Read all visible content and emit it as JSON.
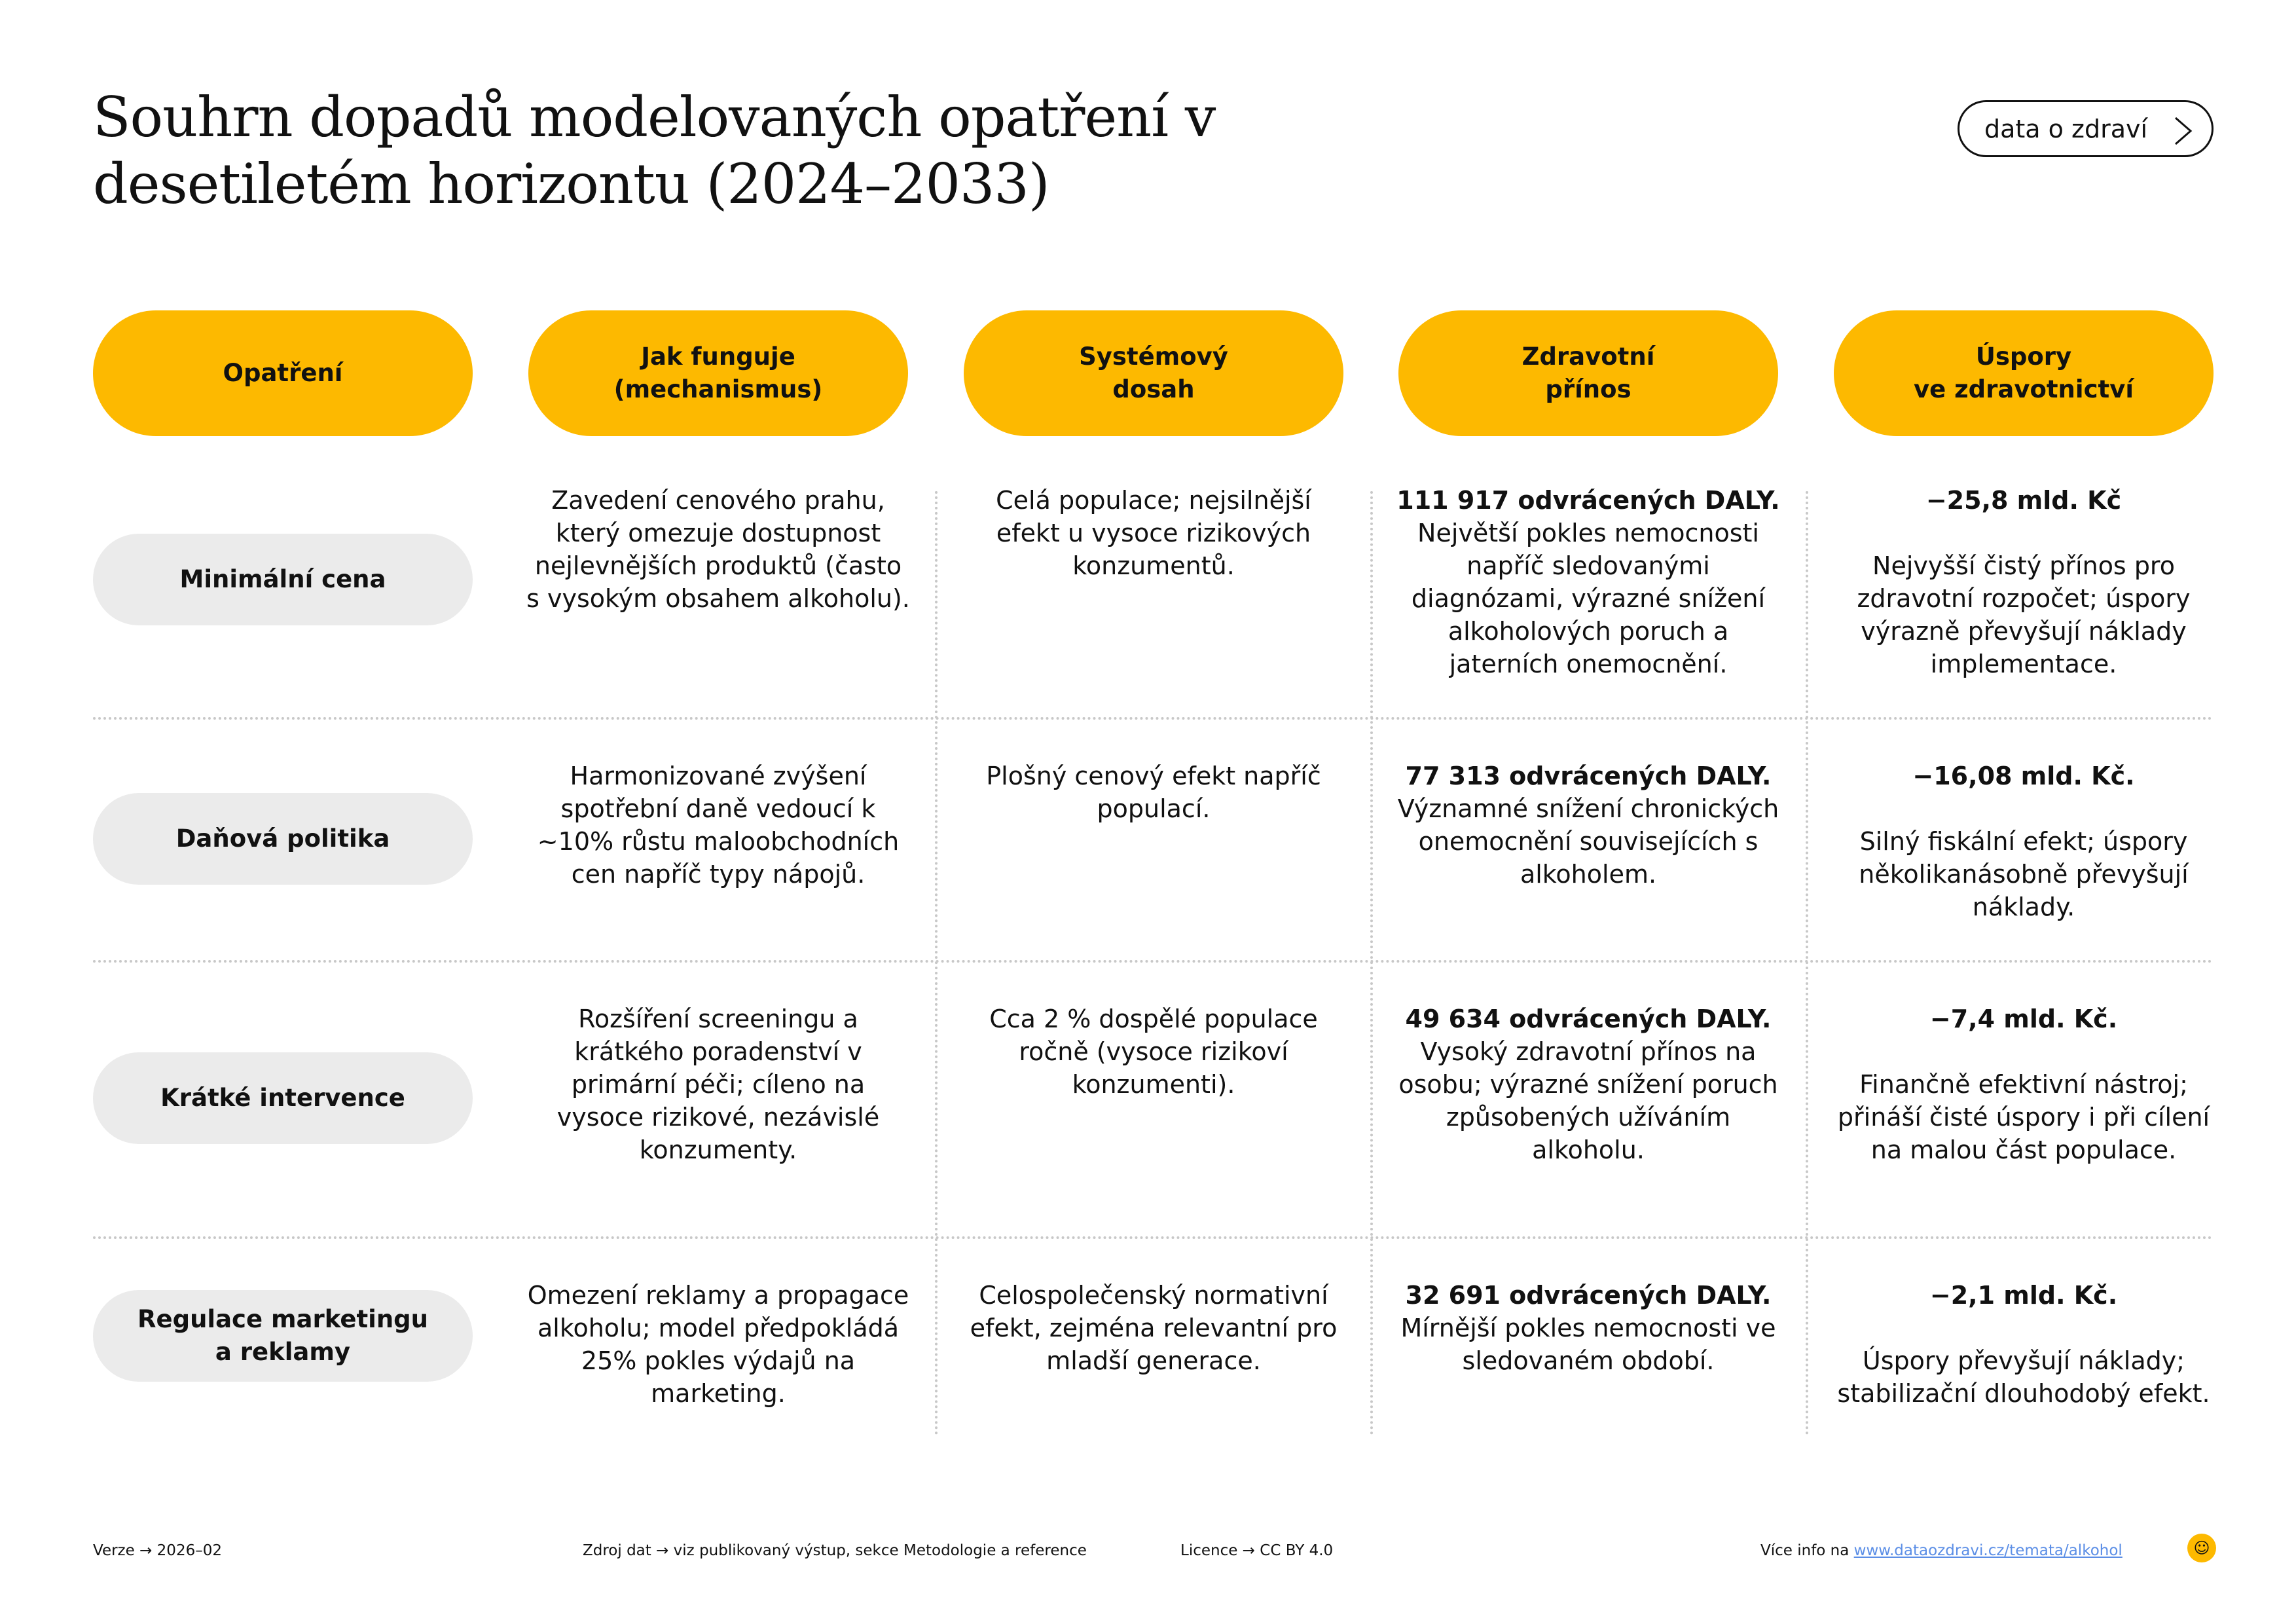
{
  "title": "Souhrn dopadů modelovaných opatření v desetiletém horizontu (2024–2033)",
  "button": {
    "label": "data o zdraví",
    "icon": "chevron-right-icon"
  },
  "headers": [
    "Opatření",
    "Jak funguje\n(mechanismus)",
    "Systémový\ndosah",
    "Zdravotní\npřínos",
    "Úspory\nve zdravotnictví"
  ],
  "rows": [
    {
      "label": "Minimální cena",
      "mechanism": "Zavedení cenového prahu, který omezuje dostupnost nejlevnějších produktů (často s vysokým obsahem alkoholu).",
      "reach": "Celá populace; nejsilnější efekt u vysoce rizikových konzumentů.",
      "health_bold": "111 917 odvrácených DALY.",
      "health": " Největší pokles nemocnosti napříč sledovanými diagnózami, výrazné snížení alkoholových poruch a jaterních onemocnění.",
      "savings_bold": "−25,8 mld. Kč",
      "savings": "Nejvyšší čistý přínos pro zdravotní rozpočet; úspory výrazně převyšují náklady implementace."
    },
    {
      "label": "Daňová politika",
      "mechanism": "Harmonizované zvýšení spotřební daně vedoucí k ~10% růstu maloobchodních cen napříč typy nápojů.",
      "reach": "Plošný cenový efekt napříč populací.",
      "health_bold": "77 313 odvrácených DALY.",
      "health": " Významné snížení chronických onemocnění souvisejících s alkoholem.",
      "savings_bold": "−16,08 mld. Kč.",
      "savings": "Silný fiskální efekt; úspory několikanásobně převyšují náklady."
    },
    {
      "label": "Krátké intervence",
      "mechanism": "Rozšíření screeningu a krátkého poradenství v primární péči; cíleno na vysoce rizikové, nezávislé konzumenty.",
      "reach": "Cca 2 % dospělé populace ročně (vysoce rizikoví konzumenti).",
      "health_bold": "49 634 odvrácených DALY.",
      "health": " Vysoký zdravotní přínos na osobu; výrazné snížení poruch způsobených užíváním alkoholu.",
      "savings_bold": "−7,4 mld. Kč.",
      "savings": "Finančně efektivní nástroj; přináší čisté úspory i při cílení na malou část populace."
    },
    {
      "label": "Regulace marketingu\na reklamy",
      "mechanism": "Omezení reklamy a propagace alkoholu; model předpokládá 25% pokles výdajů na marketing.",
      "reach": "Celospolečenský normativní efekt, zejména relevantní pro mladší generace.",
      "health_bold": "32 691 odvrácených DALY.",
      "health": " Mírnější pokles nemocnosti ve sledovaném období.",
      "savings_bold": "−2,1 mld. Kč.",
      "savings": "Úspory převyšují náklady; stabilizační dlouhodobý efekt."
    }
  ],
  "footer": {
    "version": "Verze → 2026–02",
    "source": "Zdroj dat → viz publikovaný výstup, sekce Metodologie a reference",
    "license": "Licence → CC BY 4.0",
    "more_prefix": "Více info na ",
    "more_link": "www.dataozdravi.cz/temata/alkohol",
    "logo": "logo-icon"
  },
  "colors": {
    "accent": "#FDB900",
    "label_bg": "#EBEBEB",
    "link": "#5b8ee6"
  }
}
